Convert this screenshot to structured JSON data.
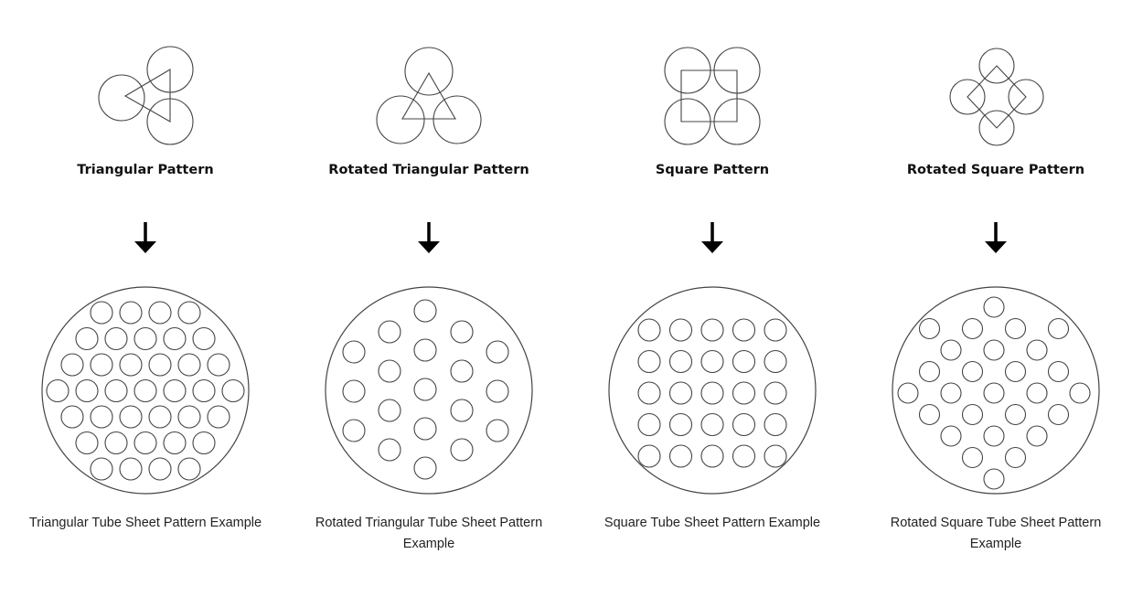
{
  "patterns": [
    {
      "title": "Triangular Pattern",
      "caption_lines": [
        "Triangular Tube Sheet Pattern Example"
      ],
      "icon": "triangular-pattern-icon"
    },
    {
      "title": "Rotated Triangular Pattern",
      "caption_lines": [
        "Rotated Triangular Tube Sheet Pattern",
        "Example"
      ],
      "icon": "rotated-triangular-pattern-icon"
    },
    {
      "title": "Square Pattern",
      "caption_lines": [
        "Square Tube Sheet Pattern Example"
      ],
      "icon": "square-pattern-icon"
    },
    {
      "title": "Rotated Square Pattern",
      "caption_lines": [
        "Rotated Square Tube Sheet Pattern",
        "Example"
      ],
      "icon": "rotated-square-pattern-icon"
    }
  ],
  "arrow_icon": "down-arrow-icon",
  "colors": {
    "stroke": "#444444",
    "text": "#111111"
  }
}
